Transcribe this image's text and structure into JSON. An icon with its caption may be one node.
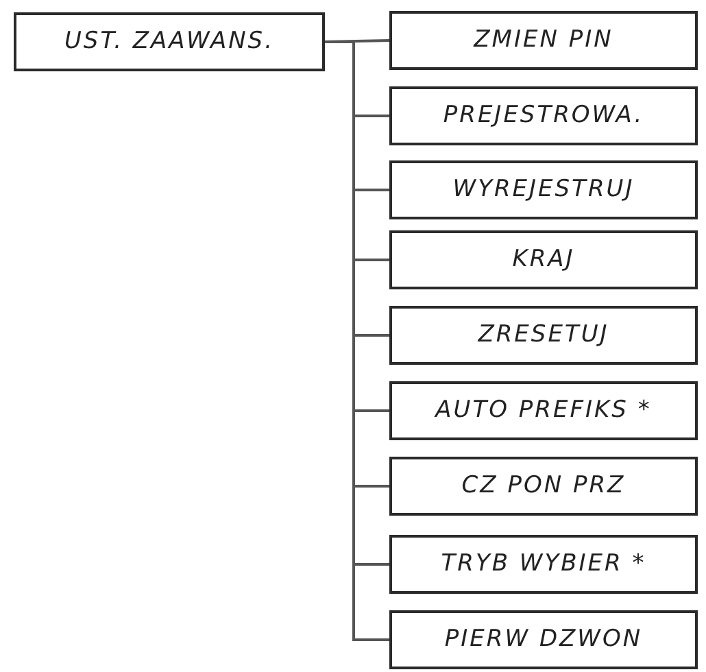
{
  "diagram": {
    "nodes": [
      {
        "text": [
          "UST. ZAAWANS."
        ]
      },
      {
        "text": [
          "ZMIEN PIN"
        ]
      },
      {
        "text": [
          "PREJESTROWA."
        ]
      },
      {
        "text": [
          "WYREJESTRUJ"
        ]
      },
      {
        "text": [
          "KRAJ"
        ]
      },
      {
        "text": [
          "ZRESETUJ"
        ]
      },
      {
        "text": [
          "AUTO PREFIKS *"
        ]
      },
      {
        "text": [
          "CZ PON PRZ"
        ]
      },
      {
        "text": [
          "TRYB WYBIER *"
        ]
      },
      {
        "text": [
          "PIERW DZWON"
        ]
      }
    ],
    "edges": [
      {
        "from": 0,
        "to": 1,
        "arrow": "none"
      },
      {
        "from": 0,
        "to": 2,
        "arrow": "none"
      },
      {
        "from": 0,
        "to": 3,
        "arrow": "none"
      },
      {
        "from": 0,
        "to": 4,
        "arrow": "none"
      },
      {
        "from": 0,
        "to": 5,
        "arrow": "none"
      },
      {
        "from": 0,
        "to": 6,
        "arrow": "none"
      },
      {
        "from": 0,
        "to": 7,
        "arrow": "none"
      },
      {
        "from": 0,
        "to": 8,
        "arrow": "none"
      },
      {
        "from": 0,
        "to": 9,
        "arrow": "none"
      }
    ]
  }
}
